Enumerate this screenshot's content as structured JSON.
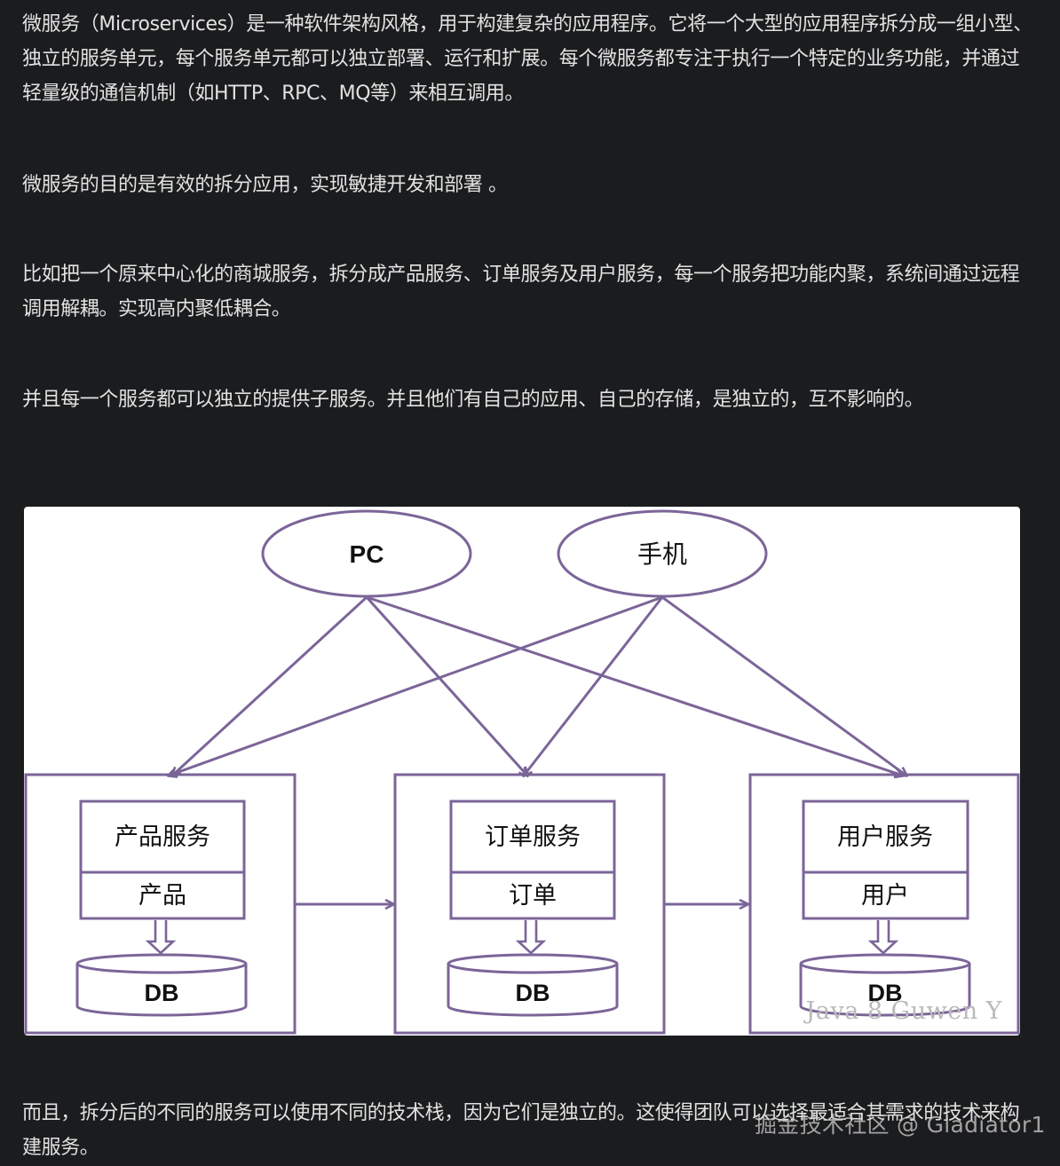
{
  "paragraphs": {
    "p1": "微服务（Microservices）是一种软件架构风格，用于构建复杂的应用程序。它将一个大型的应用程序拆分成一组小型、独立的服务单元，每个服务单元都可以独立部署、运行和扩展。每个微服务都专注于执行一个特定的业务功能，并通过轻量级的通信机制（如HTTP、RPC、MQ等）来相互调用。",
    "p2": "微服务的目的是有效的拆分应用，实现敏捷开发和部署 。",
    "p3": "比如把一个原来中心化的商城服务，拆分成产品服务、订单服务及用户服务，每一个服务把功能内聚，系统间通过远程调用解耦。实现高内聚低耦合。",
    "p4": "并且每一个服务都可以独立的提供子服务。并且他们有自己的应用、自己的存储，是独立的，互不影响的。",
    "p5": "而且，拆分后的不同的服务可以使用不同的技术栈，因为它们是独立的。这使得团队可以选择最适合其需求的技术来构建服务。"
  },
  "diagram": {
    "clients": [
      "PC",
      "手机"
    ],
    "services": [
      {
        "title": "产品服务",
        "module": "产品",
        "db": "DB"
      },
      {
        "title": "订单服务",
        "module": "订单",
        "db": "DB"
      },
      {
        "title": "用户服务",
        "module": "用户",
        "db": "DB"
      }
    ],
    "stroke_color": "#7b6598",
    "image_watermark": "Java 8 Guwen Y"
  },
  "page_watermark": "掘金技术社区 @ Gladiator1"
}
